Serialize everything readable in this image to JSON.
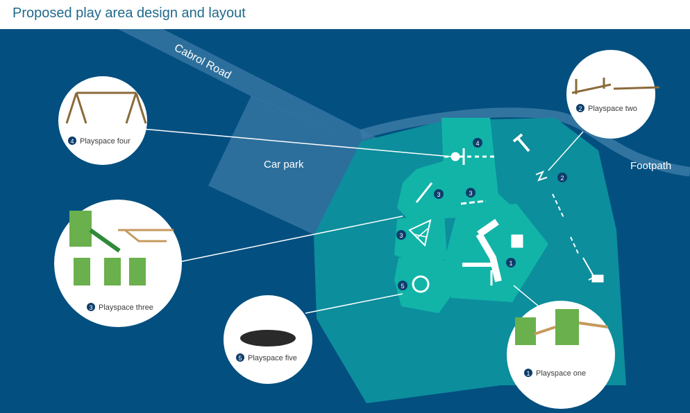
{
  "title": "Proposed play area design and layout",
  "labels": {
    "road": "Cabrol Road",
    "car_park": "Car park",
    "footpath": "Footpath"
  },
  "playspaces": [
    {
      "number": "1",
      "label": "Playspace one"
    },
    {
      "number": "2",
      "label": "Playspace two"
    },
    {
      "number": "3",
      "label": "Playspace three"
    },
    {
      "number": "4",
      "label": "Playspace four"
    },
    {
      "number": "5",
      "label": "Playspace five"
    }
  ],
  "colors": {
    "background": "#034f80",
    "road": "#3b7aa6",
    "site": "#0c8e9c",
    "zones": "#12b4a8",
    "marker": "#0d3d6b",
    "header_text": "#1f6a8a"
  }
}
